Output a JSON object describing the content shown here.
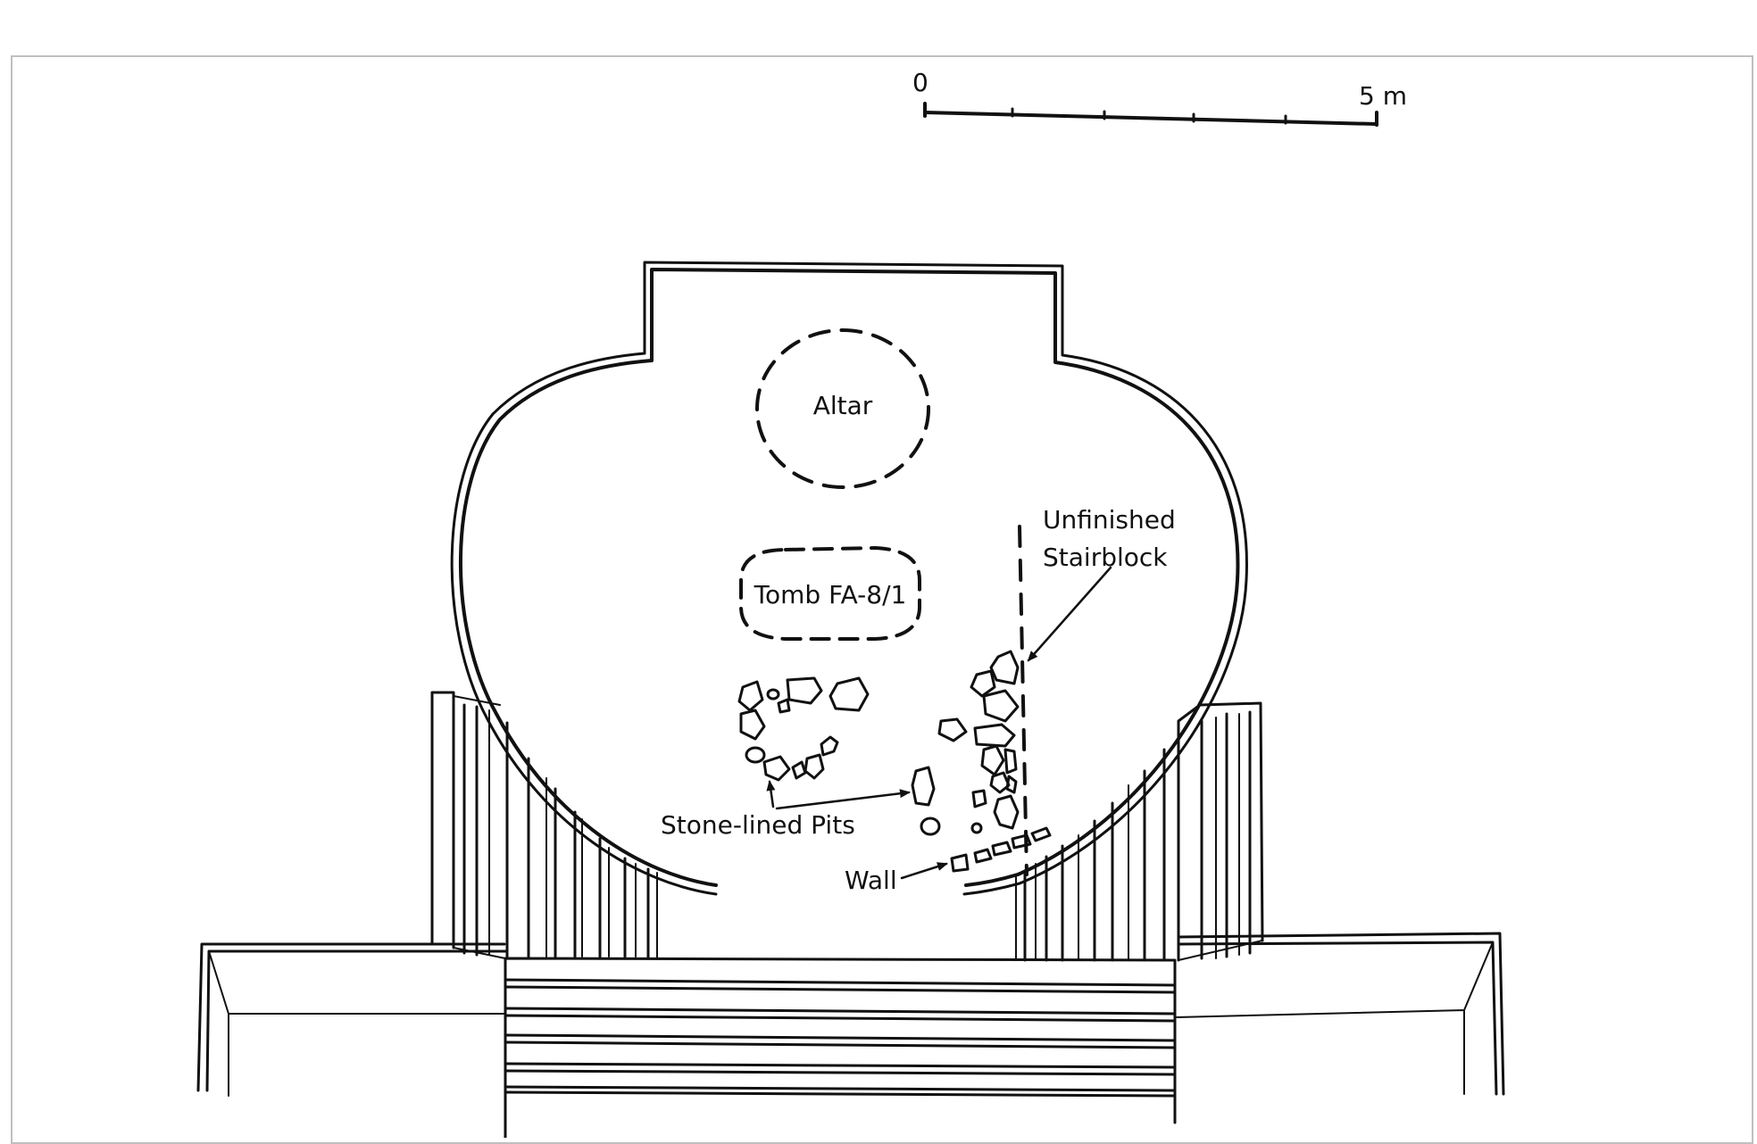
{
  "scale_bar": {
    "start_label": "0",
    "end_label": "5 m"
  },
  "labels": {
    "altar": "Altar",
    "tomb": "Tomb FA-8/1",
    "unfinished_line1": "Unfinished",
    "unfinished_line2": "Stairblock",
    "stone_pits": "Stone-lined Pits",
    "wall": "Wall"
  }
}
